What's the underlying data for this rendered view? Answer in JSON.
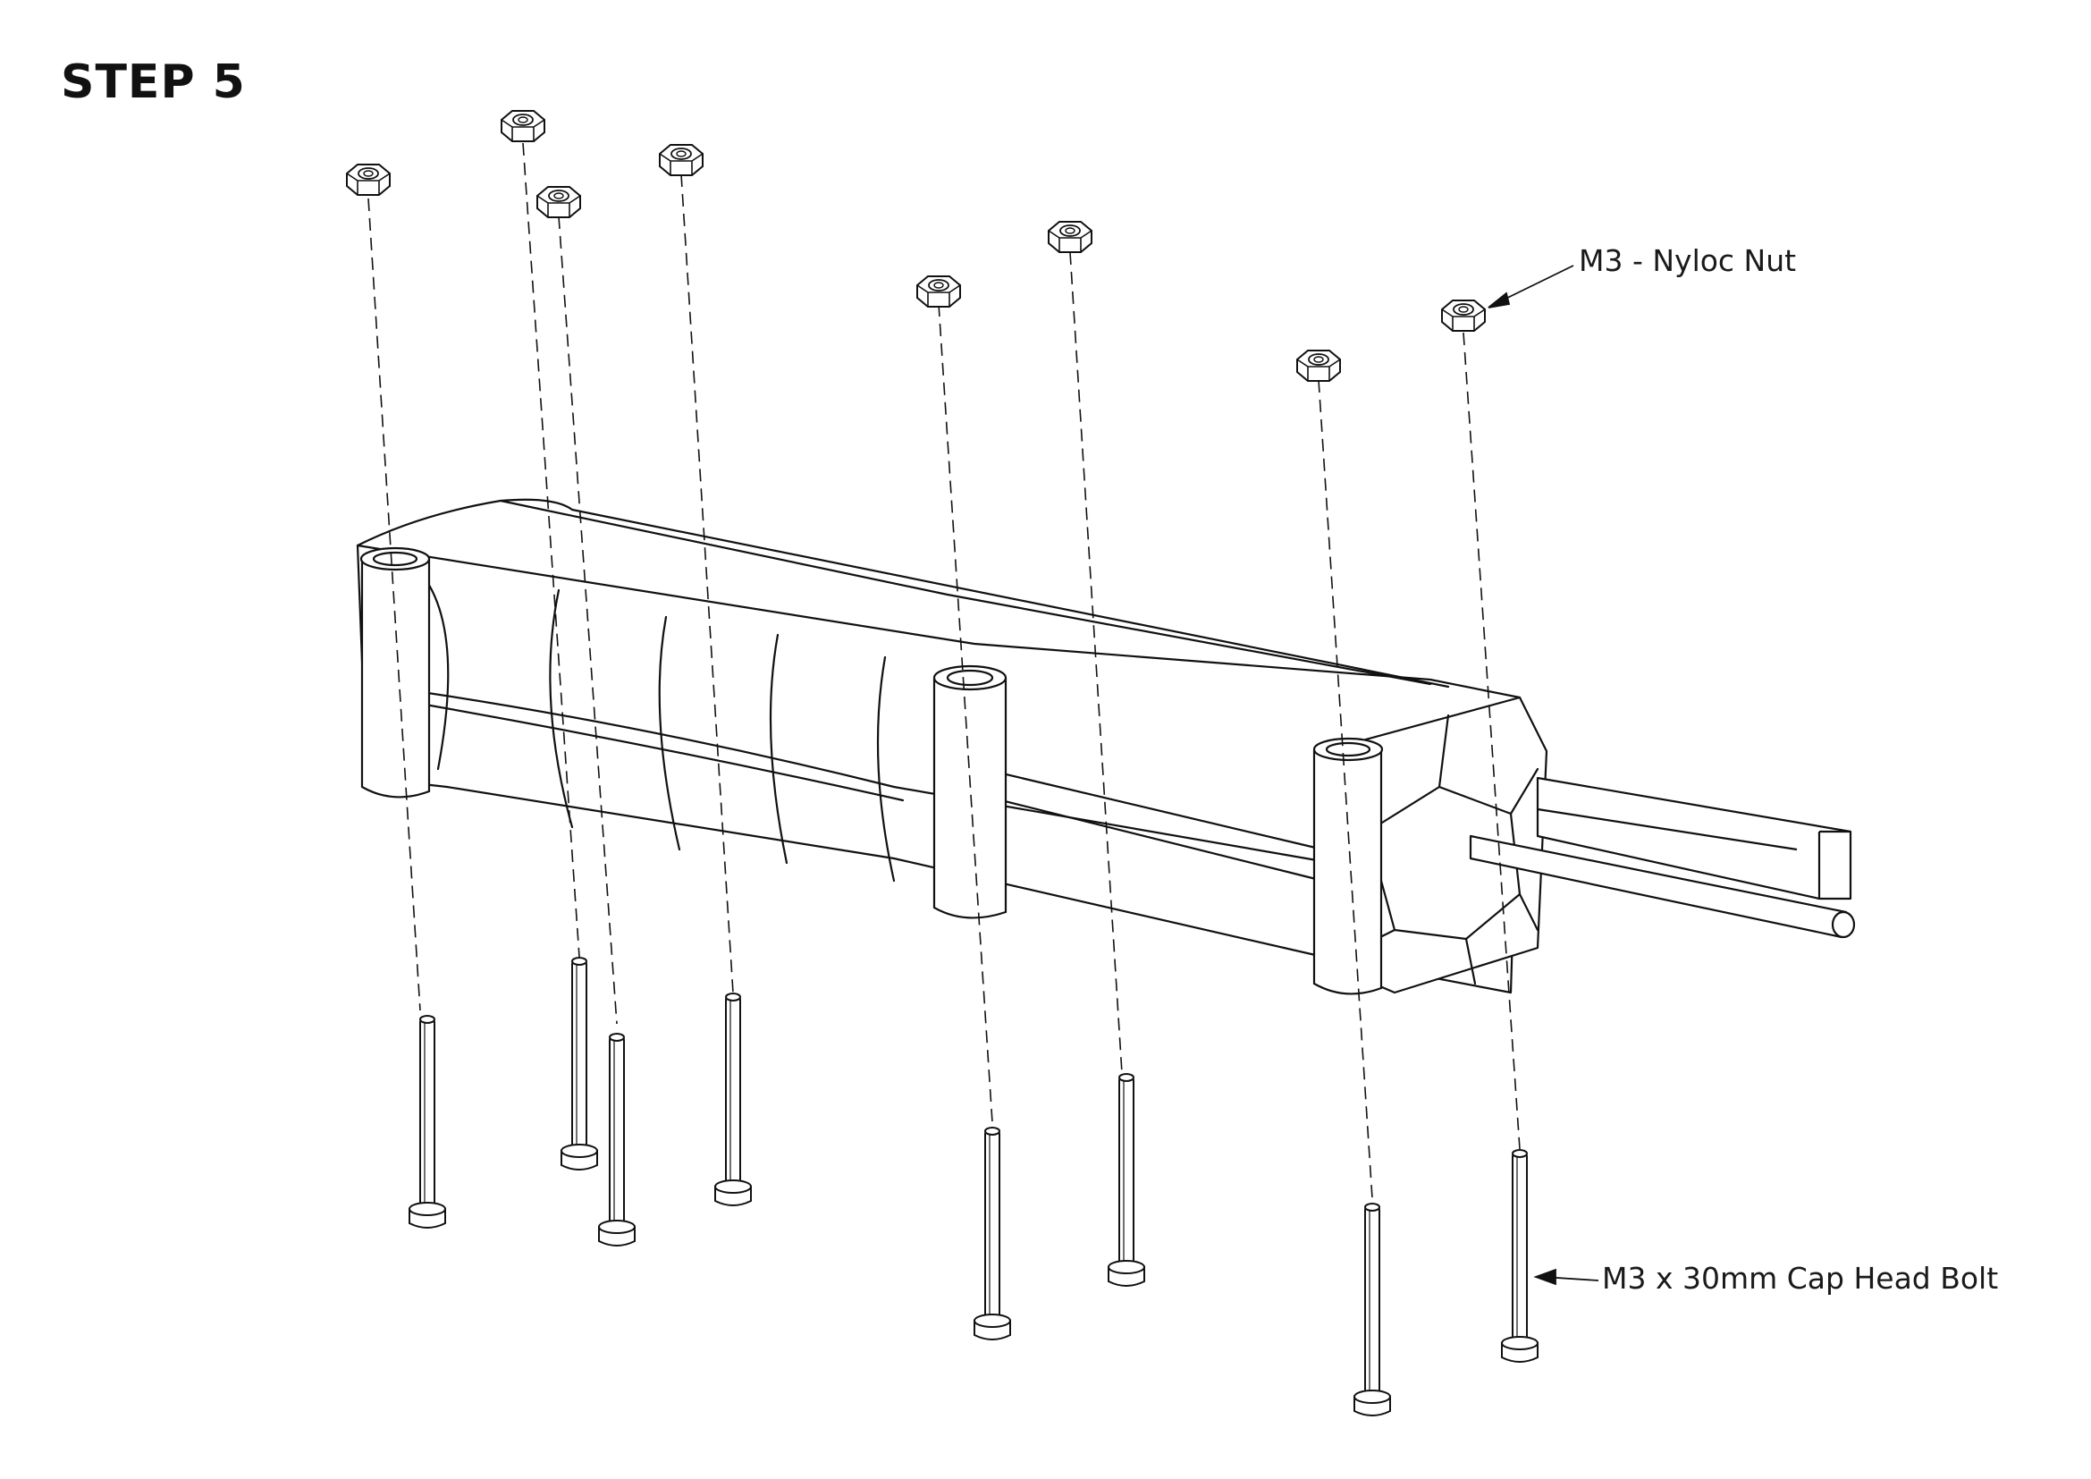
{
  "step": {
    "title": "STEP 5"
  },
  "callouts": {
    "nut": "M3 - Nyloc Nut",
    "bolt": "M3 x 30mm Cap Head Bolt"
  },
  "colors": {
    "line": "#111111",
    "background": "#ffffff"
  },
  "parts": {
    "nut_count": 8,
    "bolt_count": 8,
    "assembly": "bracket-housing"
  }
}
